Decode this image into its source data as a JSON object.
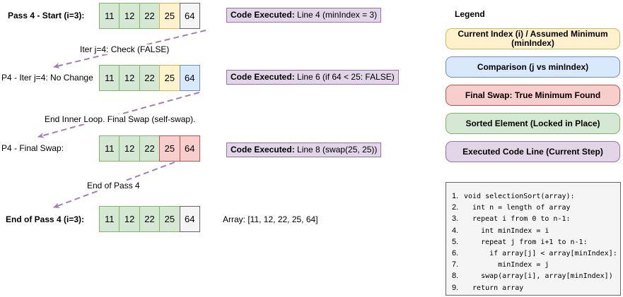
{
  "palette": {
    "sorted_fill": "#d5e8d4",
    "sorted_stroke": "#82b366",
    "current_min_fill": "#fff2cc",
    "current_min_stroke": "#d6b656",
    "comparison_fill": "#dae8fc",
    "comparison_stroke": "#6c8ebf",
    "swap_fill": "#f8cecc",
    "swap_stroke": "#b85450",
    "executed_fill": "#e1d5e7",
    "executed_stroke": "#9673a6",
    "unsorted_fill": "#f5f5f5",
    "unsorted_stroke": "#666666",
    "arrow": "#9673a6"
  },
  "rows": [
    {
      "label": "Pass 4 - Start (i=3):",
      "cells": [
        {
          "value": "11",
          "type": "sorted"
        },
        {
          "value": "12",
          "type": "sorted"
        },
        {
          "value": "22",
          "type": "sorted"
        },
        {
          "value": "25",
          "type": "current-min"
        },
        {
          "value": "64",
          "type": "unsorted"
        }
      ],
      "code_box": {
        "label": "Code Executed:",
        "detail": " Line 4 (minIndex = 3)"
      }
    },
    {
      "label": "P4 - Iter j=4: No Change",
      "cells": [
        {
          "value": "11",
          "type": "sorted"
        },
        {
          "value": "12",
          "type": "sorted"
        },
        {
          "value": "22",
          "type": "sorted"
        },
        {
          "value": "25",
          "type": "current-min"
        },
        {
          "value": "64",
          "type": "comparison"
        }
      ],
      "code_box": {
        "label": "Code Executed:",
        "detail": " Line 6 (if 64 < 25: FALSE)"
      }
    },
    {
      "label": "P4 - Final Swap:",
      "cells": [
        {
          "value": "11",
          "type": "sorted"
        },
        {
          "value": "12",
          "type": "sorted"
        },
        {
          "value": "22",
          "type": "sorted"
        },
        {
          "value": "25",
          "type": "swap"
        },
        {
          "value": "64",
          "type": "swap"
        }
      ],
      "code_box": {
        "label": "Code Executed:",
        "detail": " Line 8 (swap(25, 25))"
      }
    },
    {
      "label": "End of Pass 4 (i=3):",
      "cells": [
        {
          "value": "11",
          "type": "sorted"
        },
        {
          "value": "12",
          "type": "sorted"
        },
        {
          "value": "22",
          "type": "sorted"
        },
        {
          "value": "25",
          "type": "sorted"
        },
        {
          "value": "64",
          "type": "unsorted"
        }
      ],
      "array_note": "Array: [11, 12, 22, 25, 64]"
    }
  ],
  "arrows": [
    {
      "label": "Iter j=4: Check (FALSE)"
    },
    {
      "label": "End Inner Loop. Final Swap (self-swap)."
    },
    {
      "label": "End of Pass 4"
    }
  ],
  "legend": {
    "title": "Legend",
    "items": [
      {
        "label": "Current Index (i) / Assumed Minimum (minIndex)",
        "type": "current-min"
      },
      {
        "label": "Comparison (j vs minIndex)",
        "type": "comparison"
      },
      {
        "label": "Final Swap: True Minimum Found",
        "type": "swap"
      },
      {
        "label": "Sorted Element (Locked in Place)",
        "type": "sorted"
      },
      {
        "label": "Executed Code Line (Current Step)",
        "type": "executed"
      }
    ]
  },
  "code_block": {
    "lines": [
      {
        "num": "1.",
        "code": "void selectionSort(array):"
      },
      {
        "num": "2.",
        "code": "  int n = length of array"
      },
      {
        "num": "3.",
        "code": "  repeat i from 0 to n-1:"
      },
      {
        "num": "4.",
        "code": "    int minIndex = i"
      },
      {
        "num": "5.",
        "code": "    repeat j from i+1 to n-1:"
      },
      {
        "num": "6.",
        "code": "      if array[j] < array[minIndex]:"
      },
      {
        "num": "7.",
        "code": "        minIndex = j"
      },
      {
        "num": "8.",
        "code": "    swap(array[i], array[minIndex])"
      },
      {
        "num": "9.",
        "code": "  return array"
      }
    ]
  }
}
